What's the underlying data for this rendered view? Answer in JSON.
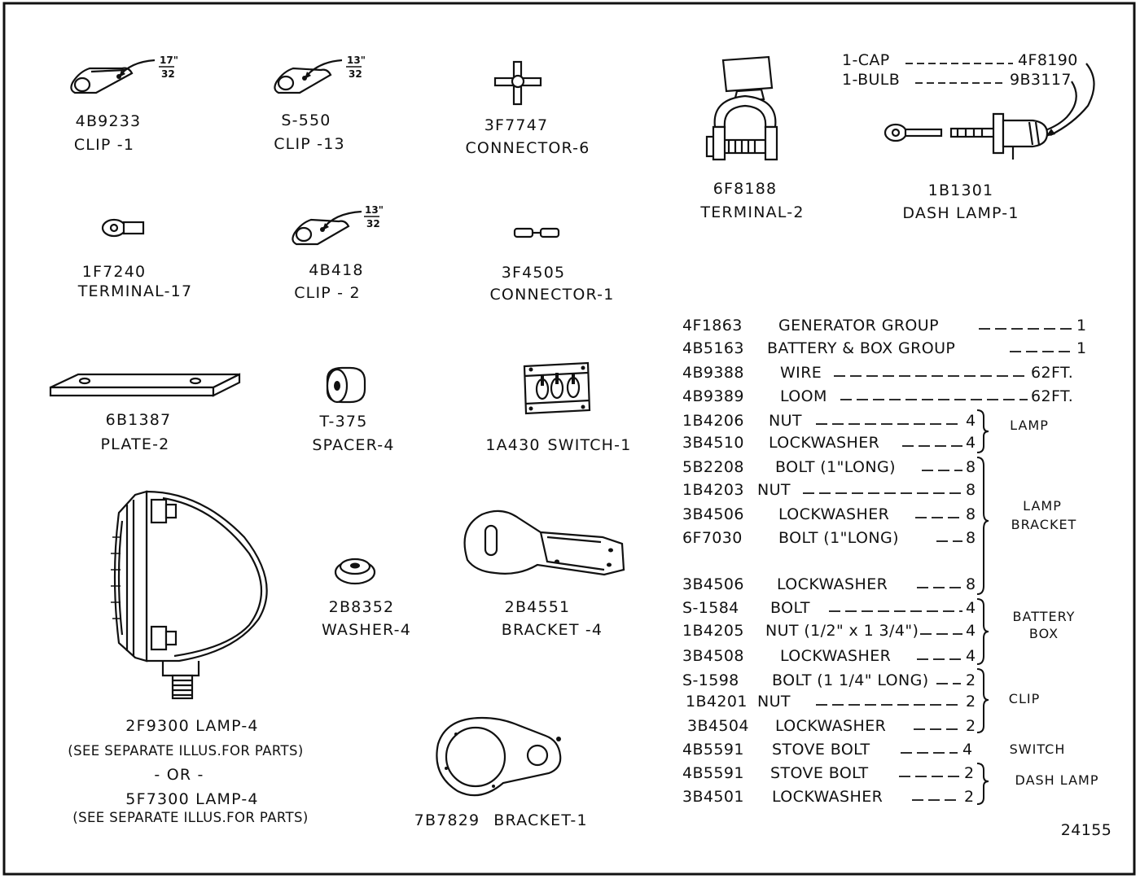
{
  "parts": [
    {
      "number": "4B9233",
      "name": "CLIP -1"
    },
    {
      "number": "S-550",
      "name": "CLIP -13"
    },
    {
      "number": "3F7747",
      "name": "CONNECTOR-6"
    },
    {
      "number": "6F8188",
      "name": "TERMINAL-2"
    },
    {
      "number": "1B1301",
      "name": "DASH LAMP-1"
    },
    {
      "number": "1F7240",
      "name": "TERMINAL-17"
    },
    {
      "number": "4B418",
      "name": "CLIP - 2"
    },
    {
      "number": "3F4505",
      "name": "CONNECTOR-1"
    },
    {
      "number": "6B1387",
      "name": "PLATE-2"
    },
    {
      "number": "T-375",
      "name": "SPACER-4"
    },
    {
      "number": "1A430",
      "name": "SWITCH-1"
    },
    {
      "number": "2B8352",
      "name": "WASHER-4"
    },
    {
      "number": "2B4551",
      "name": "BRACKET -4"
    },
    {
      "number": "7B7829",
      "name": "BRACKET-1"
    }
  ],
  "fractions": {
    "clip1": {
      "num": "17\"",
      "den": "32"
    },
    "clip13": {
      "num": "13\"",
      "den": "32"
    },
    "clip2": {
      "num": "13\"",
      "den": "32"
    }
  },
  "dash_lamp_callouts": [
    {
      "label": "1-CAP",
      "number": "4F8190"
    },
    {
      "label": "1-BULB",
      "number": "9B3117"
    }
  ],
  "headlamp": {
    "line1": "2F9300 LAMP-4",
    "line2": "(SEE SEPARATE ILLUS.FOR PARTS)",
    "line3": "- OR -",
    "line4": "5F7300 LAMP-4",
    "line5": "(SEE SEPARATE ILLUS.FOR PARTS)"
  },
  "parts_list": [
    {
      "number": "4F1863",
      "desc": "GENERATOR GROUP",
      "qty": "1"
    },
    {
      "number": "4B5163",
      "desc": "BATTERY & BOX GROUP",
      "qty": "1"
    },
    {
      "number": "4B9388",
      "desc": "WIRE",
      "qty": "62FT."
    },
    {
      "number": "4B9389",
      "desc": "LOOM",
      "qty": "62FT."
    },
    {
      "number": "1B4206",
      "desc": "NUT",
      "qty": "4"
    },
    {
      "number": "3B4510",
      "desc": "LOCKWASHER",
      "qty": "4"
    },
    {
      "number": "5B2208",
      "desc": "BOLT (1\"LONG)",
      "qty": "8"
    },
    {
      "number": "1B4203",
      "desc": "NUT",
      "qty": "8"
    },
    {
      "number": "3B4506",
      "desc": "LOCKWASHER",
      "qty": "8"
    },
    {
      "number": "6F7030",
      "desc": "BOLT (1\"LONG)",
      "qty": "8"
    },
    {
      "number": "3B4506",
      "desc": "LOCKWASHER",
      "qty": "8"
    },
    {
      "number": "S-1584",
      "desc": "BOLT",
      "qty": "4"
    },
    {
      "number": "1B4205",
      "desc": "NUT (1/2\" x 1 3/4\")",
      "qty": "4"
    },
    {
      "number": "3B4508",
      "desc": "LOCKWASHER",
      "qty": "4"
    },
    {
      "number": "S-1598",
      "desc": "BOLT (1 1/4\" LONG)",
      "qty": "2"
    },
    {
      "number": "1B4201",
      "desc": "NUT",
      "qty": "2"
    },
    {
      "number": "3B4504",
      "desc": "LOCKWASHER",
      "qty": "2"
    },
    {
      "number": "4B5591",
      "desc": "STOVE BOLT",
      "qty": "4"
    },
    {
      "number": "4B5591",
      "desc": "STOVE BOLT",
      "qty": "2"
    },
    {
      "number": "3B4501",
      "desc": "LOCKWASHER",
      "qty": "2"
    }
  ],
  "groups": [
    {
      "lines": [
        "LAMP"
      ]
    },
    {
      "lines": [
        "LAMP",
        "BRACKET"
      ]
    },
    {
      "lines": [
        "BATTERY",
        "BOX"
      ]
    },
    {
      "lines": [
        "CLIP"
      ]
    },
    {
      "lines": [
        "SWITCH"
      ]
    },
    {
      "lines": [
        "DASH LAMP"
      ]
    }
  ],
  "figure_number": "24155"
}
